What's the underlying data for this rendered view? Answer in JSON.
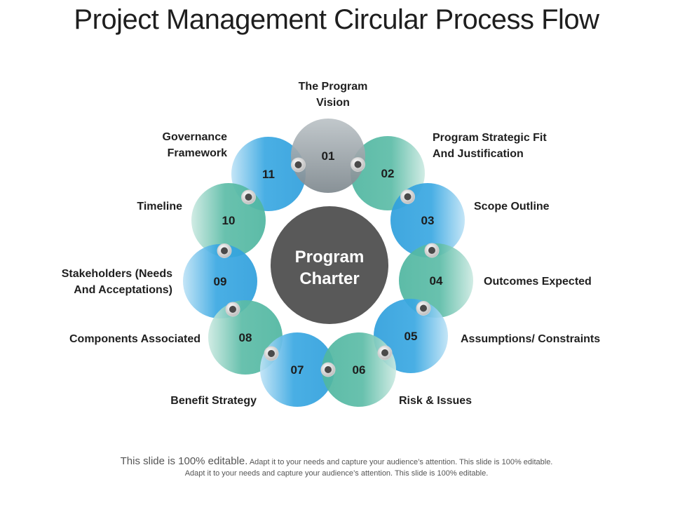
{
  "title": "Project Management Circular Process Flow",
  "center": {
    "line1": "Program",
    "line2": "Charter"
  },
  "steps": [
    {
      "num": "01",
      "label": "The Program Vision",
      "line1": "The Program",
      "line2": "Vision",
      "color": "gray"
    },
    {
      "num": "02",
      "label": "Program Strategic Fit And Justification",
      "line1": "Program Strategic Fit",
      "line2": "And Justification",
      "color": "teal"
    },
    {
      "num": "03",
      "label": "Scope Outline",
      "line1": "Scope Outline",
      "color": "blue"
    },
    {
      "num": "04",
      "label": "Outcomes Expected",
      "line1": "Outcomes Expected",
      "color": "teal"
    },
    {
      "num": "05",
      "label": "Assumptions/ Constraints",
      "line1": "Assumptions/ Constraints",
      "color": "blue"
    },
    {
      "num": "06",
      "label": "Risk & Issues",
      "line1": "Risk & Issues",
      "color": "teal"
    },
    {
      "num": "07",
      "label": "Benefit Strategy",
      "line1": "Benefit Strategy",
      "color": "blue"
    },
    {
      "num": "08",
      "label": "Components Associated",
      "line1": "Components Associated",
      "color": "teal"
    },
    {
      "num": "09",
      "label": "Stakeholders (Needs And Acceptations)",
      "line1": "Stakeholders (Needs",
      "line2": "And Acceptations)",
      "color": "blue"
    },
    {
      "num": "10",
      "label": "Timeline",
      "line1": "Timeline",
      "color": "teal"
    },
    {
      "num": "11",
      "label": "Governance Framework",
      "line1": "Governance",
      "line2": "Framework",
      "color": "blue"
    }
  ],
  "colors": {
    "blue": "#2f9fdc",
    "teal": "#4fb6a0",
    "gray": "#8a959b",
    "center": "#595959"
  },
  "footer": {
    "lead": "This slide is 100% editable.",
    "rest1": "Adapt it to your needs and capture your audience’s attention. This slide is 100% editable.",
    "line2": "Adapt it to your needs and capture your audience’s attention. This slide is 100% editable."
  }
}
